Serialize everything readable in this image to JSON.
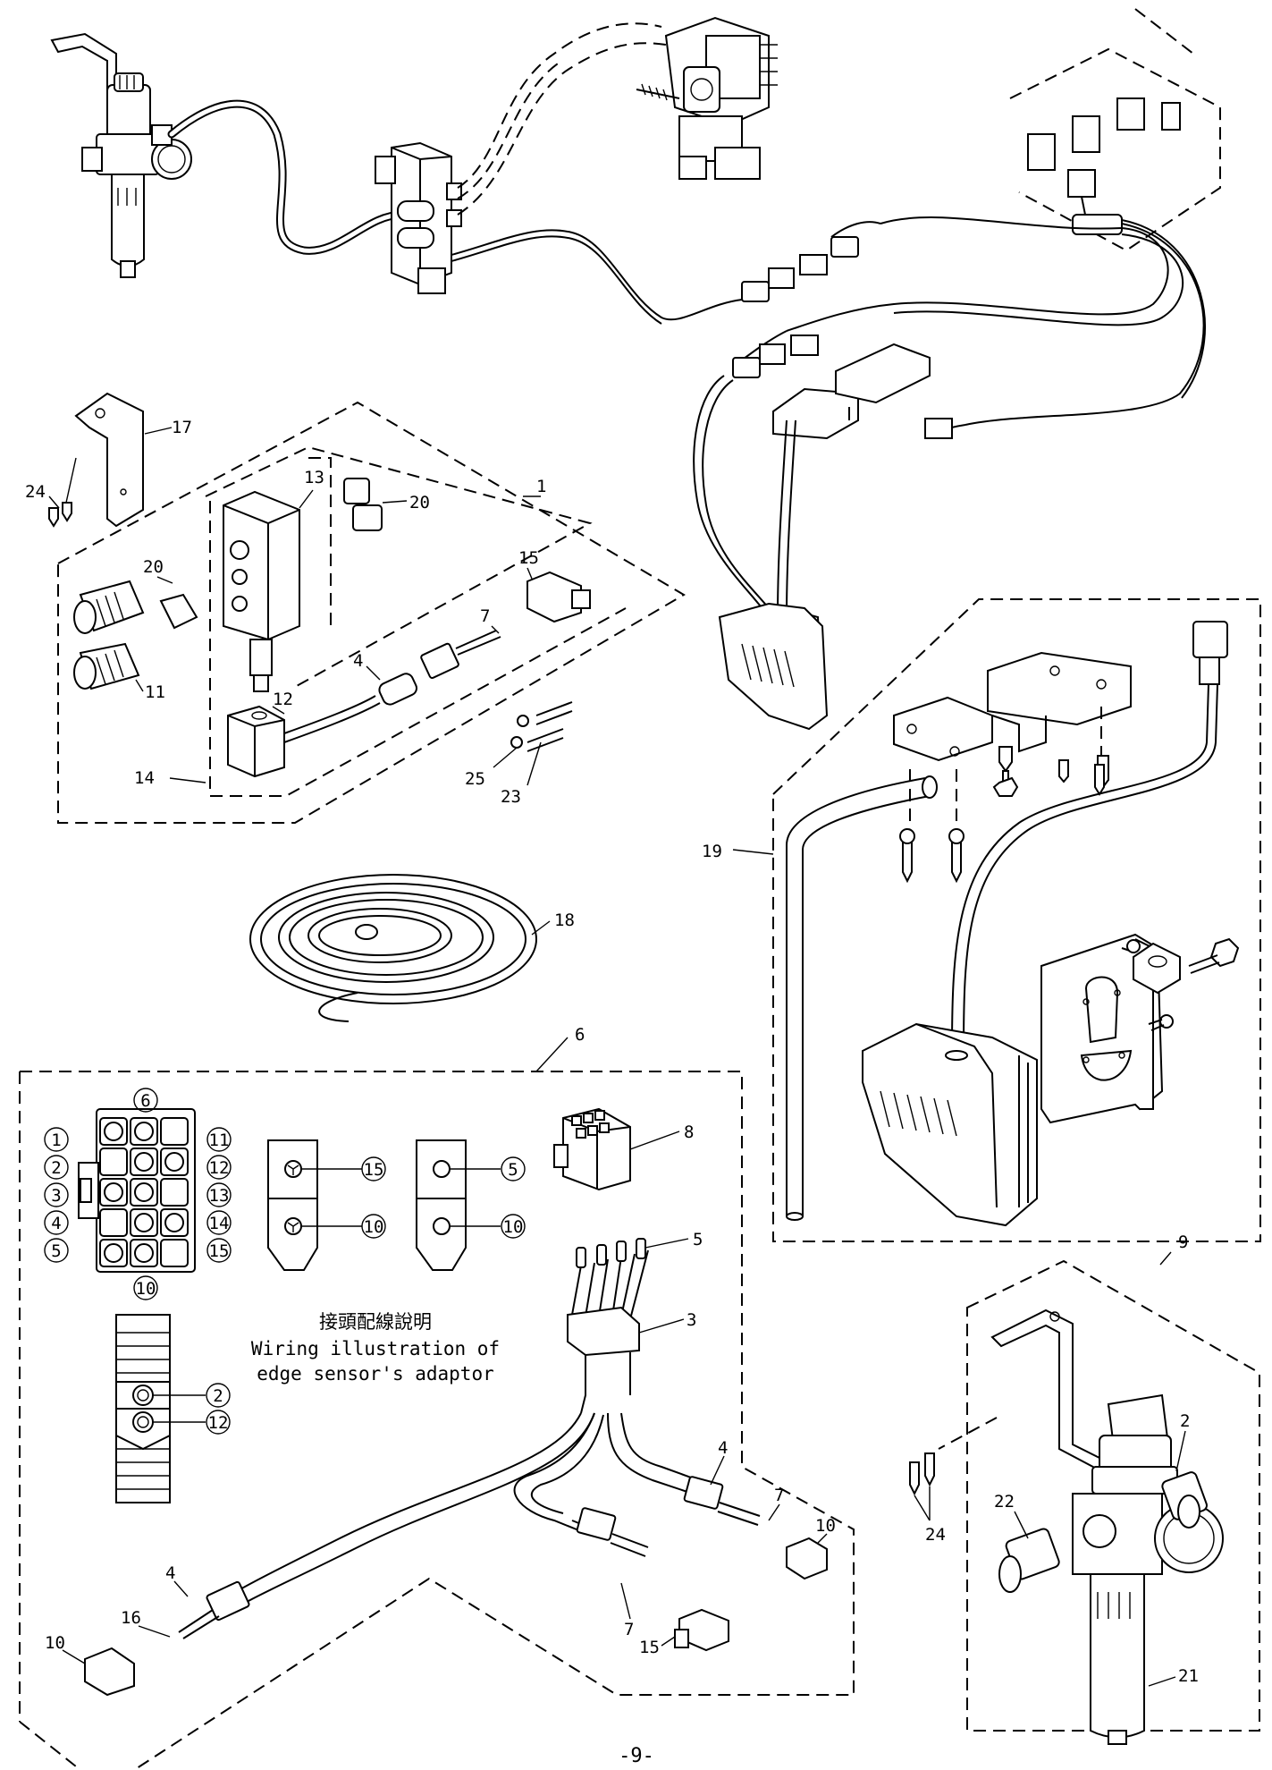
{
  "callouts": {
    "c1": "1",
    "c2": "2",
    "c3": "3",
    "c4a": "4",
    "c4b": "4",
    "c4c": "4",
    "c5": "5",
    "c6": "6",
    "c7a": "7",
    "c7b": "7",
    "c7c": "7",
    "c8": "8",
    "c9": "9",
    "c10a": "10",
    "c10b": "10",
    "c11": "11",
    "c12": "12",
    "c13": "13",
    "c14": "14",
    "c15a": "15",
    "c15b": "15",
    "c16": "16",
    "c17": "17",
    "c18": "18",
    "c19": "19",
    "c20a": "20",
    "c20b": "20",
    "c21": "21",
    "c22": "22",
    "c23": "23",
    "c24a": "24",
    "c24b": "24",
    "c25": "25"
  },
  "pins": {
    "p1": "1",
    "p2": "2",
    "p3": "3",
    "p4": "4",
    "p5": "5",
    "p6": "6",
    "p10": "10",
    "p11": "11",
    "p12": "12",
    "p13": "13",
    "p14": "14",
    "p15": "15",
    "s15": "15",
    "s10a": "10",
    "s5": "5",
    "s10b": "10",
    "b2": "2",
    "b12": "12"
  },
  "caption": {
    "chinese": "接頭配線說明",
    "line1": "Wiring illustration of",
    "line2": "edge sensor's adaptor"
  },
  "page_number": "-9-"
}
